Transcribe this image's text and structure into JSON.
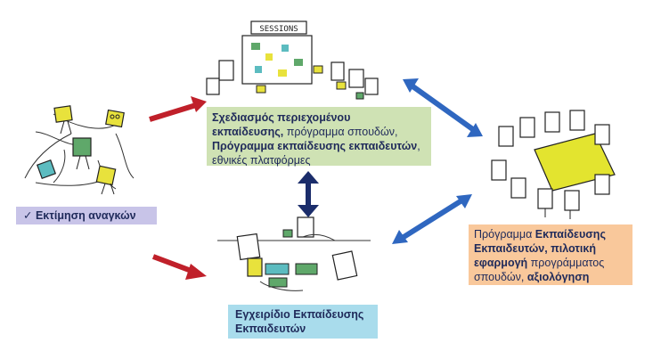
{
  "colors": {
    "red_arrow": "#c0202a",
    "blue_arrow": "#2f67c0",
    "dark_blue_arrow": "#1b2d6b",
    "needs_box": "#c8c4e8",
    "design_box": "#cfe2b4",
    "manual_box": "#a9dcec",
    "program_box": "#f9c89b",
    "sticky_yellow": "#e8e23c",
    "sticky_green": "#5fa86a",
    "sticky_teal": "#5cbcc0"
  },
  "icons": {
    "needs": "people-discussing-icon",
    "sessions": "sessions-board-icon",
    "meeting": "meeting-table-icon",
    "workshop": "workshop-group-icon",
    "check": "check-icon"
  },
  "sessions_board": {
    "label": "SESSIONS"
  },
  "needs_box": {
    "check": "✓",
    "label": "Εκτίμηση αναγκών"
  },
  "design_box": {
    "line1_bold": "Σχεδιασμός περιεχομένου",
    "line2_bold": "εκπαίδευσης,",
    "line2_normal": " πρόγραμμα σπουδών,",
    "line3_bold": "Πρόγραμμα εκπαίδευσης εκπαιδευτών",
    "line3_normal": ",",
    "line4_normal": "εθνικές πλατφόρμες"
  },
  "manual_box": {
    "line1": "Εγχειρίδιο Εκπαίδευσης",
    "line2": "Εκπαιδευτών"
  },
  "program_box": {
    "line1_normal": "Πρόγραμμα ",
    "line1_bold": "Εκπαίδευσης",
    "line2_bold": "Εκπαιδευτών, πιλοτική",
    "line3_bold": "εφαρμογή",
    "line3_normal": " προγράμματος",
    "line4_normal": "σπουδών, ",
    "line4_bold": "αξιολόγηση"
  }
}
